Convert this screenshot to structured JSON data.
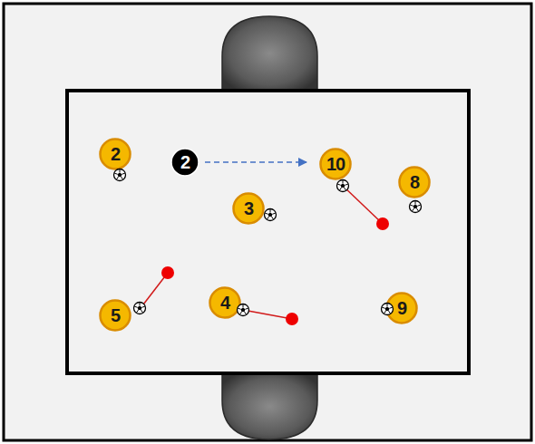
{
  "diagram": {
    "nodes": [
      {
        "text": [
          "2"
        ]
      },
      {
        "text": [
          "2"
        ]
      },
      {
        "text": [
          "10"
        ]
      },
      {
        "text": [
          "8"
        ]
      },
      {
        "text": [
          "3"
        ]
      },
      {
        "text": [
          "5"
        ]
      },
      {
        "text": [
          "4"
        ]
      },
      {
        "text": [
          "9"
        ]
      }
    ],
    "edges": [
      {
        "from": 1,
        "to": 2,
        "arrow": "to"
      }
    ]
  }
}
